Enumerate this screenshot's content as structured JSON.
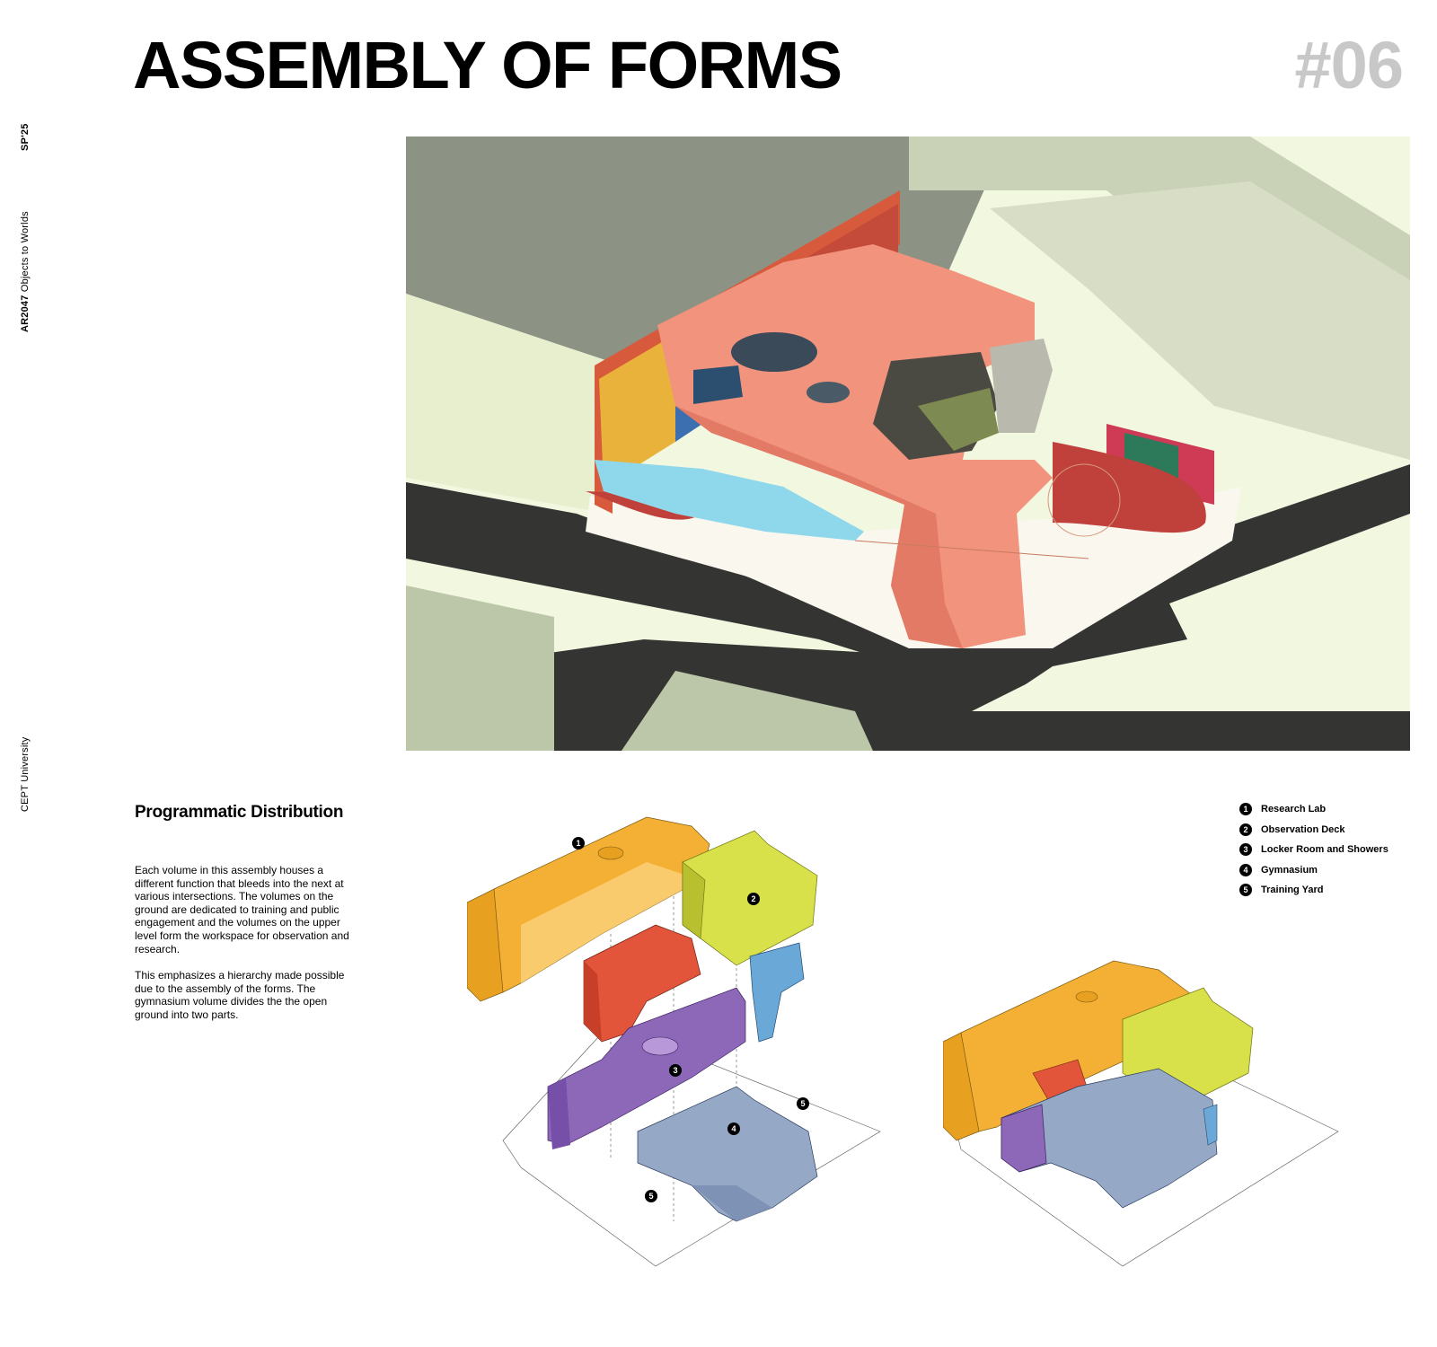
{
  "sidebar": {
    "term": "SP'25",
    "course_code": "AR2047",
    "course_name": "Objects to Worlds",
    "university": "CEPT University"
  },
  "header": {
    "title": "ASSEMBLY OF FORMS",
    "number": "#06"
  },
  "section": {
    "heading": "Programmatic Distribution",
    "paragraphs": [
      "Each volume in this assembly houses a different function that bleeds into the next at various intersections. The volumes on the ground are dedicated to training and public engagement and the volumes on the upper level form the workspace for observation and research.",
      "This emphasizes a hierarchy made possible due to the assembly of the forms. The gymnasium volume divides the the open ground into two parts."
    ]
  },
  "legend": [
    {
      "num": "1",
      "label": "Research Lab"
    },
    {
      "num": "2",
      "label": "Observation Deck"
    },
    {
      "num": "3",
      "label": "Locker Room and Showers"
    },
    {
      "num": "4",
      "label": "Gymnasium"
    },
    {
      "num": "5",
      "label": "Training Yard"
    }
  ],
  "diagram_markers": {
    "m1": "1",
    "m2": "2",
    "m3": "3",
    "m4": "4",
    "m5a": "5",
    "m5b": "5"
  },
  "colors": {
    "research_lab": "#f4b034",
    "observation_deck": "#d8e04a",
    "locker_room": "#e2553a",
    "gymnasium": "#95a8c6",
    "purple_volume": "#8e68b8",
    "blue_volume": "#6aa8d8",
    "building_salmon": "#f2937d",
    "road": "#343432",
    "roof": "#8c9284",
    "ground": "#eef5d6"
  }
}
